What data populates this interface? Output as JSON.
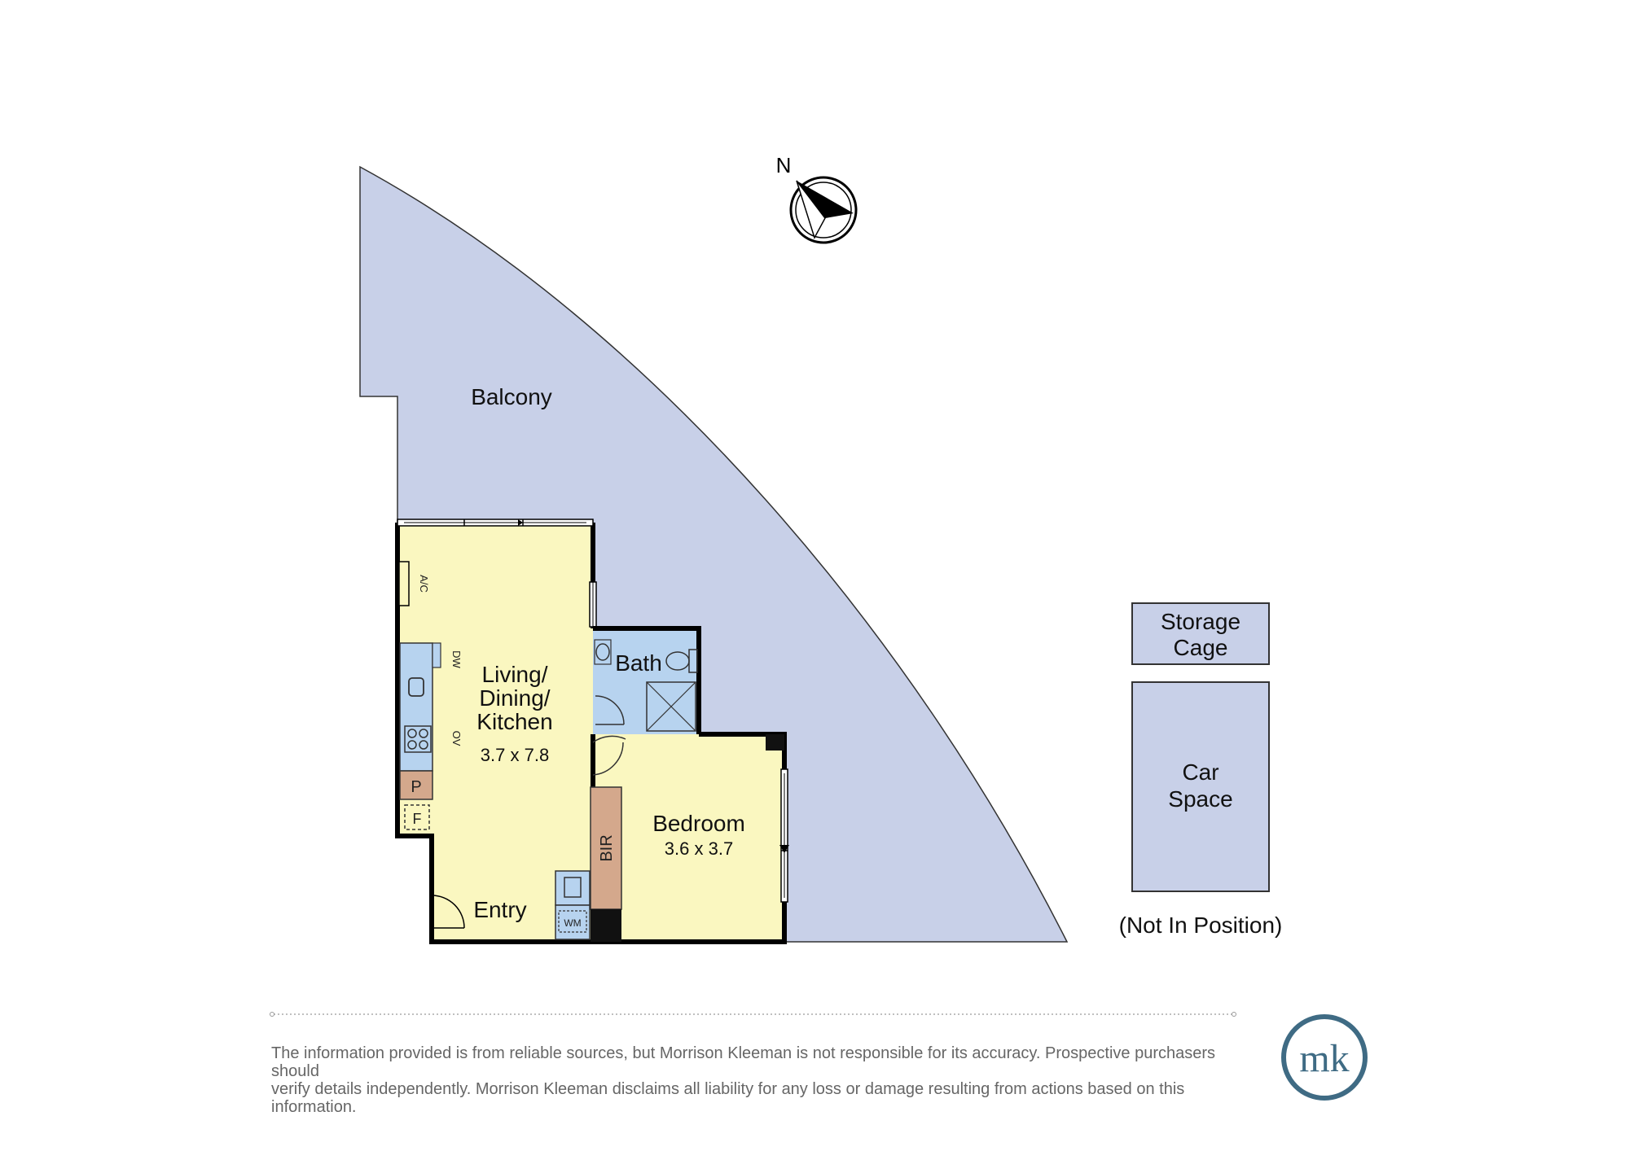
{
  "compass": {
    "north_label": "N"
  },
  "rooms": {
    "balcony": "Balcony",
    "living_line1": "Living/",
    "living_line2": "Dining/",
    "living_line3": "Kitchen",
    "living_dims": "3.7 x 7.8",
    "bath": "Bath",
    "bedroom": "Bedroom",
    "bedroom_dims": "3.6 x 3.7",
    "entry": "Entry",
    "storage_line1": "Storage",
    "storage_line2": "Cage",
    "car_line1": "Car",
    "car_line2": "Space",
    "not_in_position": "(Not In Position)"
  },
  "fixtures": {
    "ac": "A/C",
    "dw": "DW",
    "ov": "OV",
    "pantry": "P",
    "fridge": "F",
    "bir": "BIR",
    "wm": "WM"
  },
  "disclaimer": {
    "line1": "The information provided is from reliable sources, but Morrison Kleeman is not responsible for its accuracy. Prospective purchasers should",
    "line2": "verify details independently. Morrison Kleeman disclaims all liability for any loss or damage resulting from actions based on this information."
  },
  "logo": {
    "text": "mk"
  },
  "colors": {
    "balcony": "#c8d0e8",
    "living": "#faf7c0",
    "bath": "#b7d3ef",
    "joinery": "#d4a88c",
    "parking": "#c8d0e8",
    "logo": "#3f6b84"
  }
}
